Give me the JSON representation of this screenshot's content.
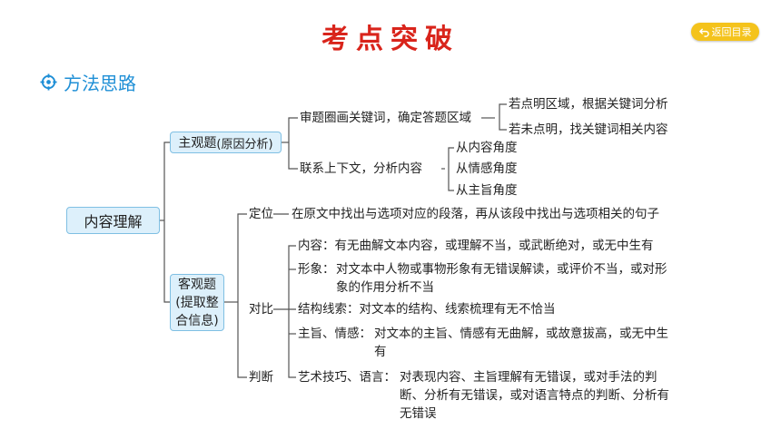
{
  "header": {
    "title": "考点突破",
    "back_label": "返回目录"
  },
  "section": {
    "label": "方法思路"
  },
  "tree": {
    "root": "内容理解",
    "subjective": {
      "label": "主观题",
      "label_note": "(原因分析)",
      "branch1": "审题圈画关键词，确定答题区域",
      "branch1_items": [
        "若点明区域，根据关键词分析",
        "若未点明，找关键词相关内容"
      ],
      "branch2": "联系上下文，分析内容",
      "branch2_items": [
        "从内容角度",
        "从情感角度",
        "从主旨角度"
      ]
    },
    "objective": {
      "label_line1": "客观题",
      "label_line2": "(提取整",
      "label_line3": "合信息)",
      "locate_label": "定位",
      "locate_text": "在原文中找出与选项对应的段落，再从该段中找出与选项相关的句子",
      "compare_label": "对比",
      "judge_label": "判断",
      "items": [
        {
          "label": "内容",
          "text": "有无曲解文本内容，或理解不当，或武断绝对，或无中生有"
        },
        {
          "label": "形象",
          "text": "对文本中人物或事物形象有无错误解读，或评价不当，或对形象的作用分析不当"
        },
        {
          "label": "结构线索",
          "text": "对文本的结构、线索梳理有无不恰当"
        },
        {
          "label": "主旨、情感",
          "text": "对文本的主旨、情感有无曲解，或故意拔高，或无中生有"
        },
        {
          "label": "艺术技巧、语言",
          "text": "对表现内容、主旨理解有无错误，或对手法的判断、分析有无错误，或对语言特点的判断、分析有无错误"
        }
      ]
    }
  },
  "colors": {
    "title": "#d9241b",
    "accent": "#1f8fd6",
    "button": "#f4c31c",
    "node_fill": "#ddf0fb"
  }
}
